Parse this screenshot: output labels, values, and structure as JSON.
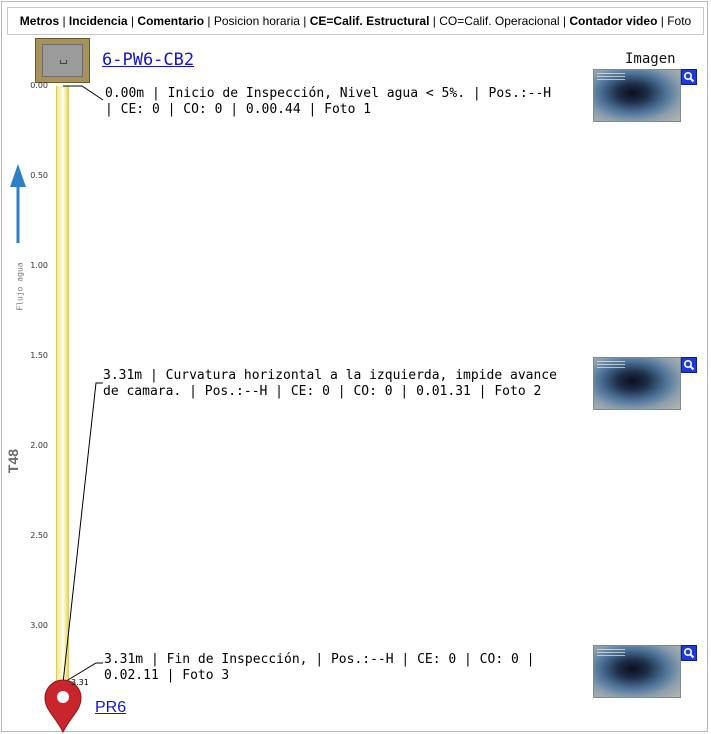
{
  "header": {
    "parts": [
      {
        "text": "Metros",
        "bold": true
      },
      {
        "text": " | ",
        "bold": false
      },
      {
        "text": "Incidencia",
        "bold": true
      },
      {
        "text": " | ",
        "bold": false
      },
      {
        "text": "Comentario",
        "bold": true
      },
      {
        "text": " | Posicion horaria | ",
        "bold": false
      },
      {
        "text": "CE=Calif. Estructural",
        "bold": true
      },
      {
        "text": " | CO=Calif. Operacional | ",
        "bold": false
      },
      {
        "text": "Contador video",
        "bold": true
      },
      {
        "text": " | Foto",
        "bold": false
      }
    ]
  },
  "start_node": {
    "label": "6-PW6-CB2"
  },
  "end_node": {
    "label": "PR6"
  },
  "section": {
    "label": "T48",
    "flow_label": "Flujo agua",
    "end_distance": "3.31"
  },
  "scale": {
    "ticks": [
      "0.00",
      "0.50",
      "1.00",
      "1.50",
      "2.00",
      "2.50",
      "3.00"
    ]
  },
  "images_column": {
    "title": "Imagen"
  },
  "observations": [
    {
      "line1": "0.00m | Inicio de Inspección, Nivel agua < 5%. | Pos.:--H",
      "line2": "| CE: 0 | CO: 0 | 0.00.44 | Foto 1"
    },
    {
      "line1": "3.31m | Curvatura horizontal a la izquierda, impide avance",
      "line2": "de camara. | Pos.:--H | CE: 0 | CO: 0 | 0.01.31 | Foto 2"
    },
    {
      "line1": "3.31m | Fin de Inspección, | Pos.:--H | CE: 0 | CO: 0 |",
      "line2": "0.02.11 | Foto 3"
    }
  ],
  "colors": {
    "pipe": "#f6ee9e",
    "link": "#1414d4",
    "arrow": "#2f7fc8",
    "pin": "#c8262c",
    "zoom": "#1f3ad6"
  }
}
